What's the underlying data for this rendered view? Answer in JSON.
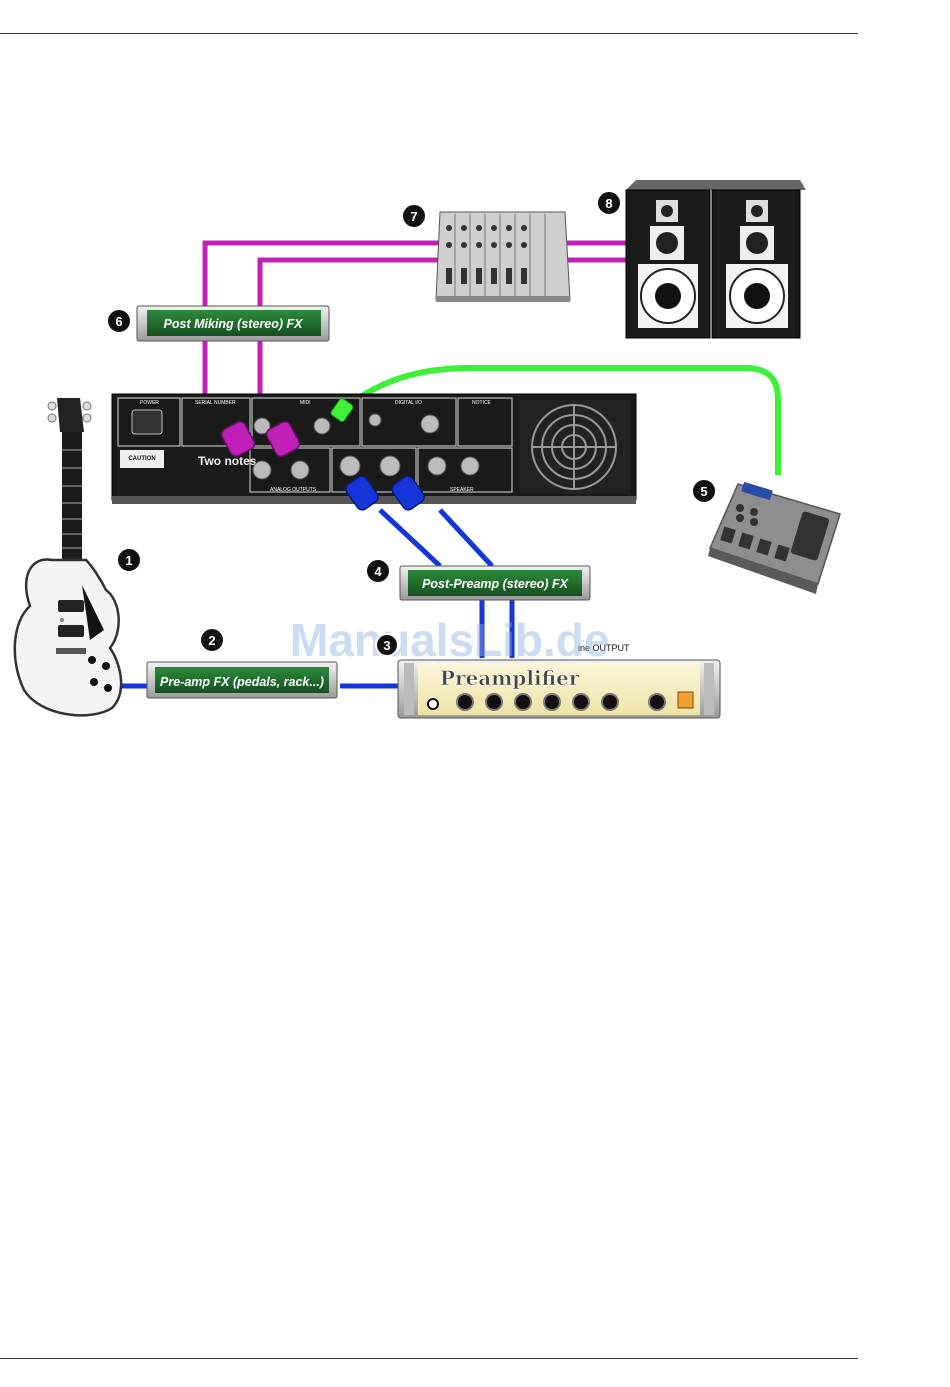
{
  "page": {
    "watermark": "ManualsLib.de"
  },
  "callouts": [
    "1",
    "2",
    "3",
    "4",
    "5",
    "6",
    "7",
    "8"
  ],
  "fx_boxes": {
    "pre_amp": "Pre-amp FX (pedals, rack...)",
    "post_preamp": "Post-Preamp (stereo) FX",
    "post_miking": "Post Miking (stereo) FX"
  },
  "preamp": {
    "name": "Preamplifier",
    "output_label": "ine OUTPUT"
  },
  "torpedo_panel": {
    "brand": "Two notes",
    "sections": [
      "POWER",
      "SERIAL NUMBER",
      "MIDI",
      "DIGITAL I/O",
      "NOTICE",
      "ANALOG OUTPUTS",
      "SPEAKER"
    ],
    "caution": "CAUTION"
  },
  "colors": {
    "magenta_cable": "#c020b8",
    "blue_cable": "#1436d8",
    "green_cable": "#3ef03a",
    "fx_green": "#1f6b2c",
    "callout_bg": "#111111"
  },
  "icons": [
    "guitar-icon",
    "mixer-icon",
    "speaker-icon",
    "footswitch-icon",
    "rack-unit-icon",
    "fan-icon"
  ]
}
